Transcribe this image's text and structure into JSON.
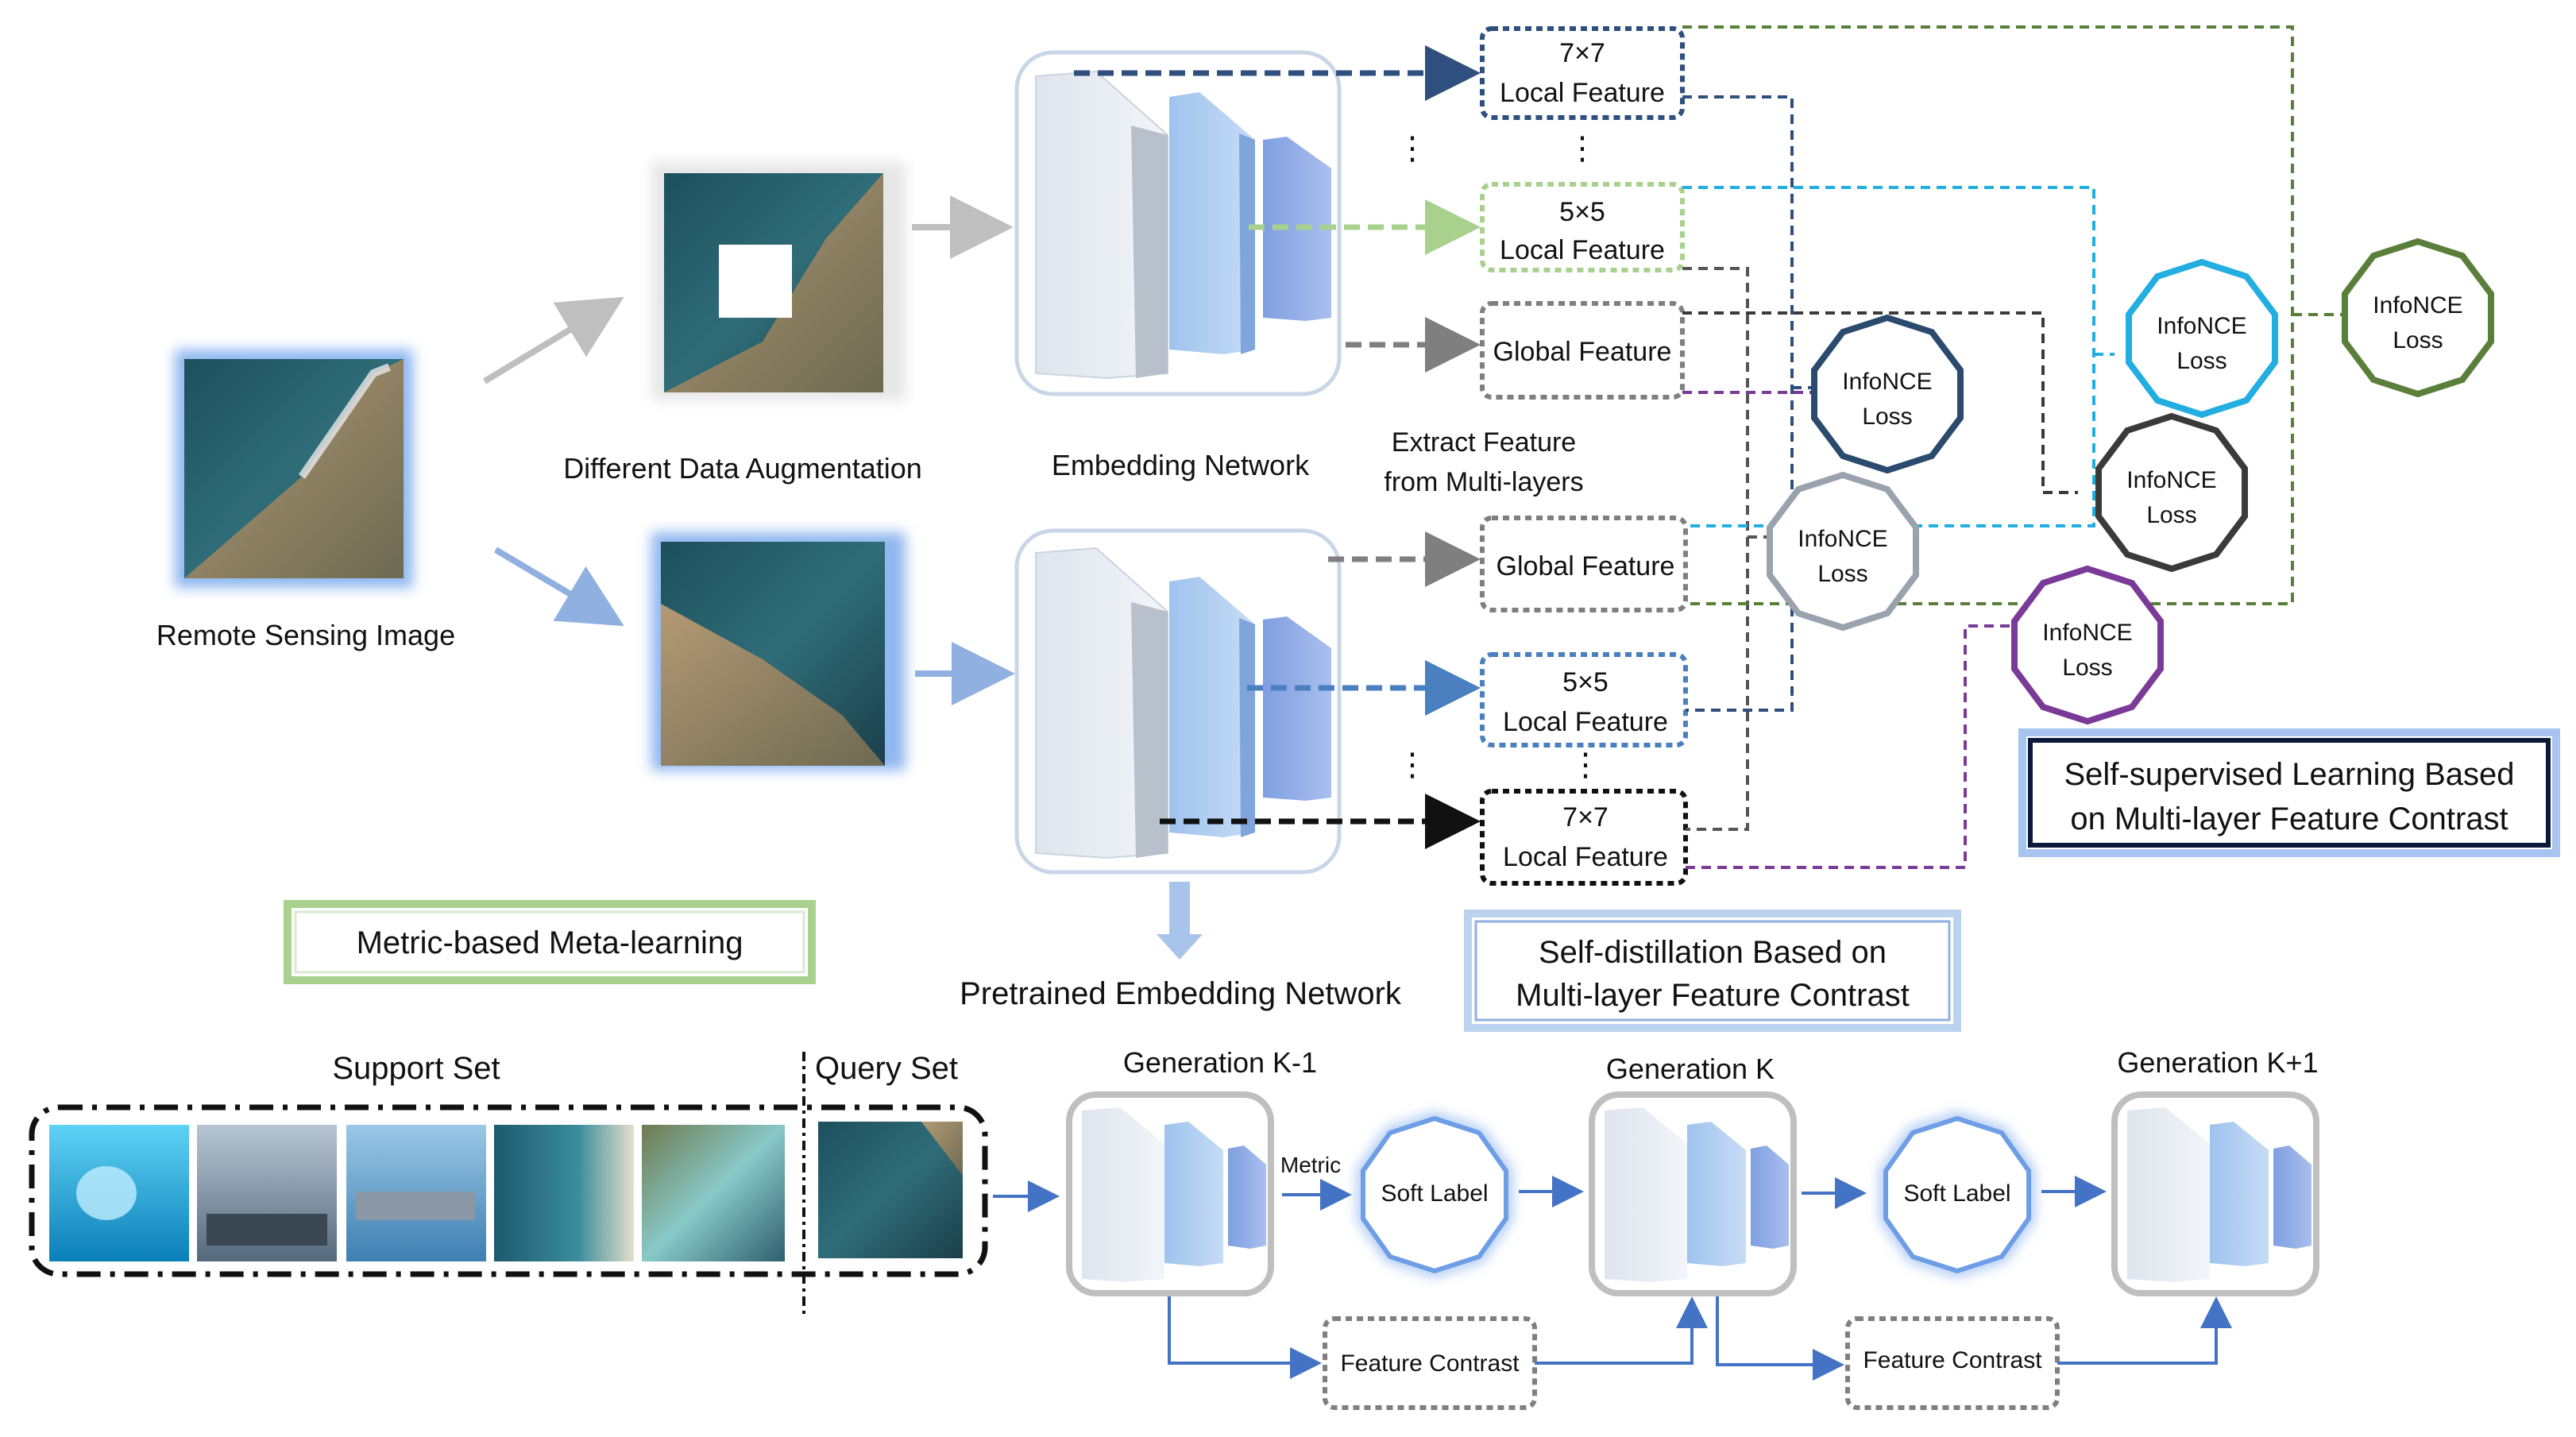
{
  "input": {
    "label": "Remote Sensing Image"
  },
  "augmentation": {
    "label": "Different Data Augmentation"
  },
  "embedding": {
    "label": "Embedding Network",
    "pretrained_label": "Pretrained Embedding Network"
  },
  "extract": {
    "line1": "Extract Feature",
    "line2": "from Multi-layers"
  },
  "features_top": {
    "f7": {
      "size": "7×7",
      "name": "Local Feature"
    },
    "f5": {
      "size": "5×5",
      "name": "Local Feature"
    },
    "global": "Global Feature"
  },
  "features_bottom": {
    "global": "Global Feature",
    "f5": {
      "size": "5×5",
      "name": "Local Feature"
    },
    "f7": {
      "size": "7×7",
      "name": "Local Feature"
    }
  },
  "ellipsis": "⋮",
  "losses": [
    {
      "line1": "InfoNCE",
      "line2": "Loss",
      "color": "#2a4a6e"
    },
    {
      "line1": "InfoNCE",
      "line2": "Loss",
      "color": "#9aa3ad"
    },
    {
      "line1": "InfoNCE",
      "line2": "Loss",
      "color": "#22aee0"
    },
    {
      "line1": "InfoNCE",
      "line2": "Loss",
      "color": "#3a3a3a"
    },
    {
      "line1": "InfoNCE",
      "line2": "Loss",
      "color": "#7a3a98"
    },
    {
      "line1": "InfoNCE",
      "line2": "Loss",
      "color": "#5a7f3a"
    }
  ],
  "ssl_box": {
    "line1": "Self-supervised Learning Based",
    "line2": "on Multi-layer Feature Contrast"
  },
  "meta_box": {
    "label": "Metric-based Meta-learning"
  },
  "distill_box": {
    "line1": "Self-distillation Based on",
    "line2": "Multi-layer Feature Contrast"
  },
  "support_set": {
    "label": "Support Set"
  },
  "query_set": {
    "label": "Query Set"
  },
  "generations": [
    {
      "label": "Generation K-1"
    },
    {
      "label": "Generation K"
    },
    {
      "label": "Generation K+1"
    }
  ],
  "metric": {
    "label": "Metric"
  },
  "soft_label": {
    "label": "Soft Label"
  },
  "feature_contrast": {
    "label": "Feature Contrast"
  },
  "colors": {
    "navy": "#2f4f7f",
    "light_green": "#a9d18e",
    "gray": "#7f7f7f",
    "blue": "#4a7fc0",
    "black": "#111111",
    "cyan": "#22aee0",
    "purple": "#7a3a98",
    "olive": "#5a7f3a",
    "arrow_blue": "#4472c4"
  }
}
